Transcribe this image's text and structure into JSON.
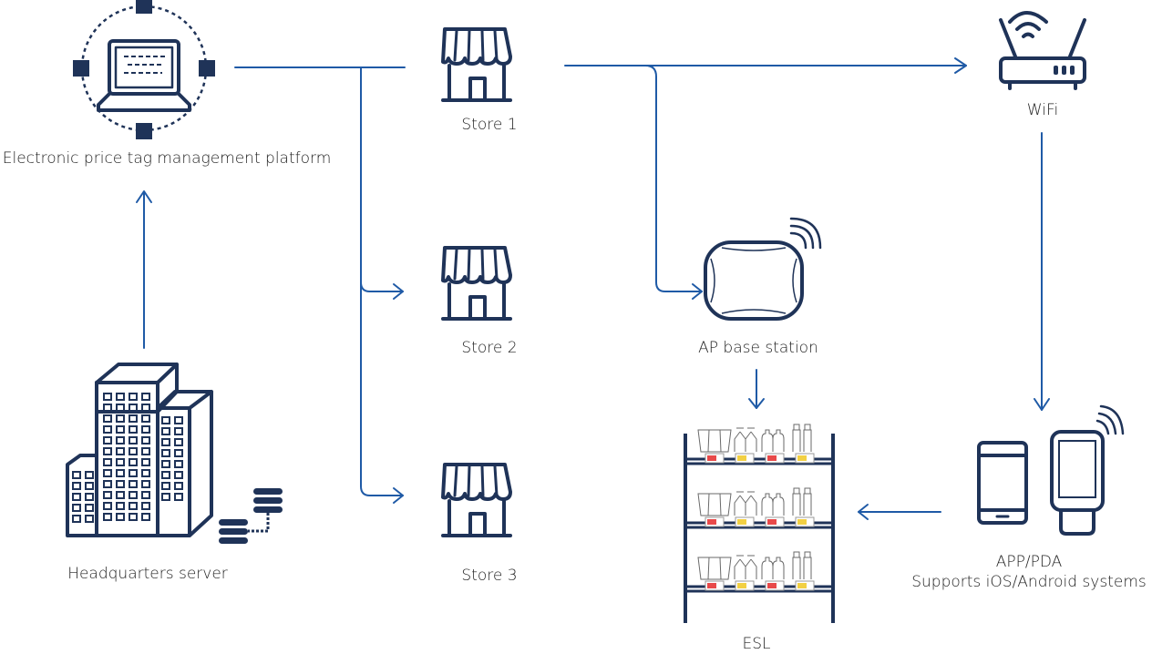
{
  "nodes": {
    "platform": {
      "label": "Electronic price tag management platform",
      "icon": "laptop-network-icon"
    },
    "hq_server": {
      "label": "Headquarters server",
      "icon": "office-buildings-server-icon"
    },
    "store1": {
      "label": "Store 1",
      "icon": "storefront-icon"
    },
    "store2": {
      "label": "Store 2",
      "icon": "storefront-icon"
    },
    "store3": {
      "label": "Store 3",
      "icon": "storefront-icon"
    },
    "wifi": {
      "label": "WiFi",
      "icon": "wifi-router-icon"
    },
    "ap": {
      "label": "AP base station",
      "icon": "access-point-icon"
    },
    "esl": {
      "label": "ESL",
      "icon": "shelf-price-tags-icon"
    },
    "app_pda": {
      "label_line1": "APP/PDA",
      "label_line2": "Supports iOS/Android systems",
      "icon": "phone-pda-icon"
    }
  },
  "edges": [
    {
      "from": "hq_server",
      "to": "platform"
    },
    {
      "from": "platform",
      "to": "store1"
    },
    {
      "from": "platform",
      "to": "store2"
    },
    {
      "from": "platform",
      "to": "store3"
    },
    {
      "from": "store1",
      "to": "wifi"
    },
    {
      "from": "store1",
      "to": "ap"
    },
    {
      "from": "ap",
      "to": "esl"
    },
    {
      "from": "wifi",
      "to": "app_pda"
    },
    {
      "from": "app_pda",
      "to": "esl"
    }
  ],
  "colors": {
    "icon_ink": "#1f3358",
    "flow_line": "#1f5aa6",
    "tag_red": "#e84a4a",
    "tag_yellow": "#f2d044"
  }
}
